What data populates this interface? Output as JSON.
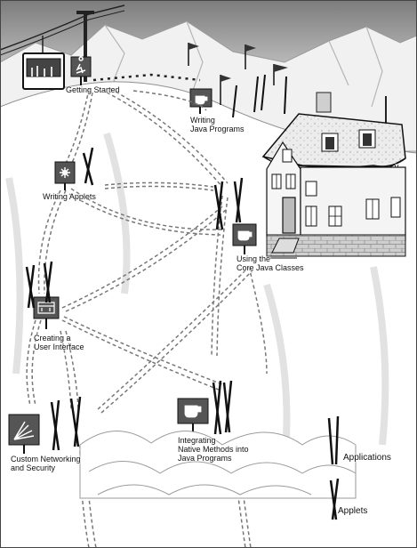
{
  "colors": {
    "sky_top": "#8a8a8a",
    "sky_bottom": "#f2f2f2",
    "snow": "#ffffff",
    "ink": "#1a1a1a",
    "sign": "#555555",
    "house_wall": "#f4f4f4",
    "stone": "#bdbdbd",
    "trail": "#7a7a7a"
  },
  "sections": [
    {
      "id": "getting-started",
      "label": "Getting Started",
      "icon": "skier-icon"
    },
    {
      "id": "writing-java-programs",
      "label": "Writing\nJava Programs",
      "icon": "coffee-cup-icon"
    },
    {
      "id": "writing-applets",
      "label": "Writing Applets",
      "icon": "applet-sun-icon"
    },
    {
      "id": "core-java-classes",
      "label": "Using the\nCore Java Classes",
      "icon": "coffee-cup-icon"
    },
    {
      "id": "user-interface",
      "label": "Creating a\nUser Interface",
      "icon": "ui-window-icon"
    },
    {
      "id": "networking-security",
      "label": "Custom Networking\nand Security",
      "icon": "network-fan-icon"
    },
    {
      "id": "native-methods",
      "label": "Integrating\nNative Methods into\nJava Programs",
      "icon": "coffee-cup-icon"
    }
  ],
  "legend": {
    "applications": "Applications",
    "applets": "Applets"
  }
}
